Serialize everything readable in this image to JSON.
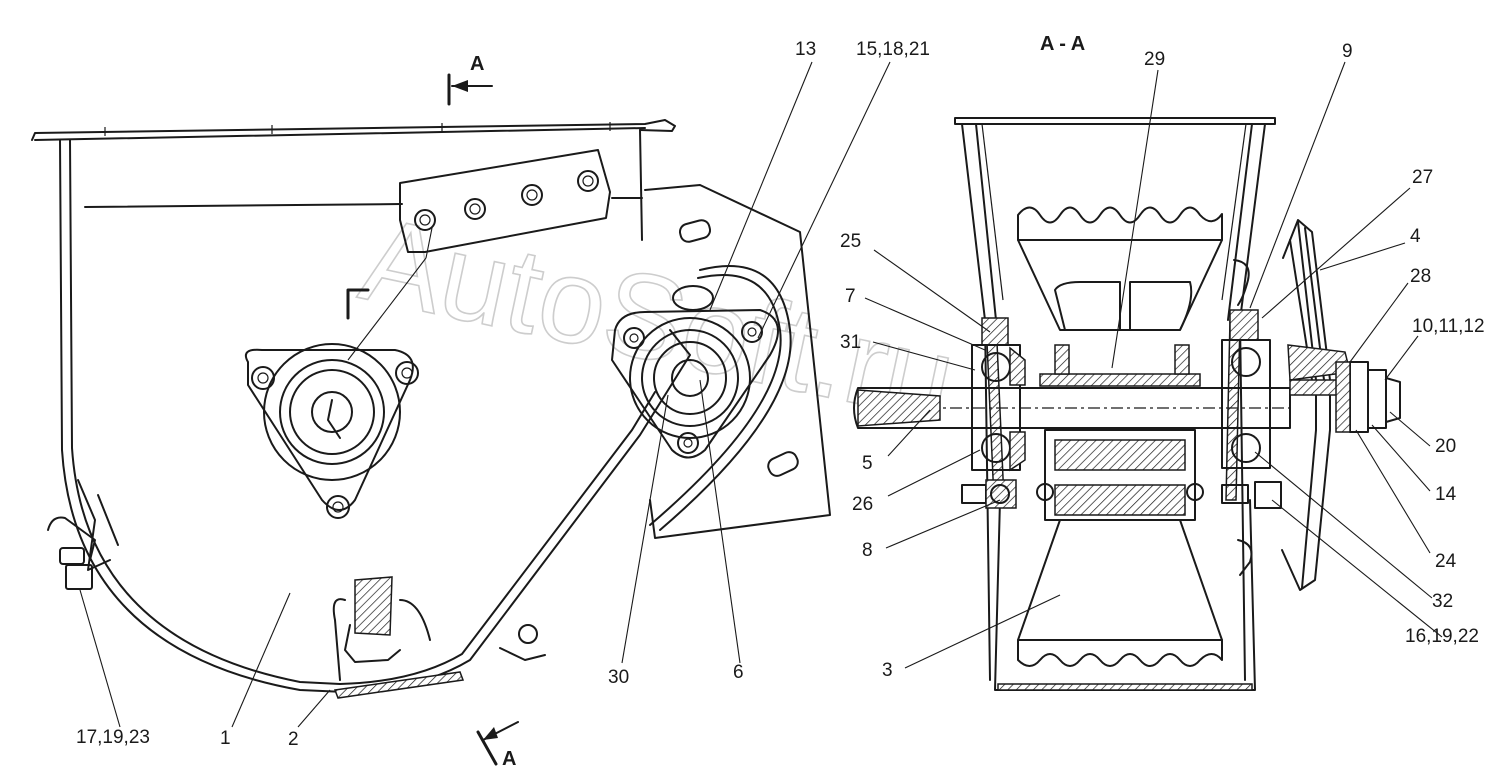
{
  "section_title": "A - A",
  "section_marker_top": "A",
  "section_marker_bottom": "A",
  "watermark": "AutoSoft.ru",
  "labels": {
    "l13": "13",
    "l15_18_21": "15,18,21",
    "l29": "29",
    "l9": "9",
    "l27": "27",
    "l4": "4",
    "l28": "28",
    "l10_11_12": "10,11,12",
    "l25": "25",
    "l7": "7",
    "l31": "31",
    "l5": "5",
    "l26": "26",
    "l8": "8",
    "l20": "20",
    "l14": "14",
    "l24": "24",
    "l32": "32",
    "l16_19_22": "16,19,22",
    "l3": "3",
    "l30": "30",
    "l6": "6",
    "l17_19_23": "17,19,23",
    "l1": "1",
    "l2": "2"
  }
}
